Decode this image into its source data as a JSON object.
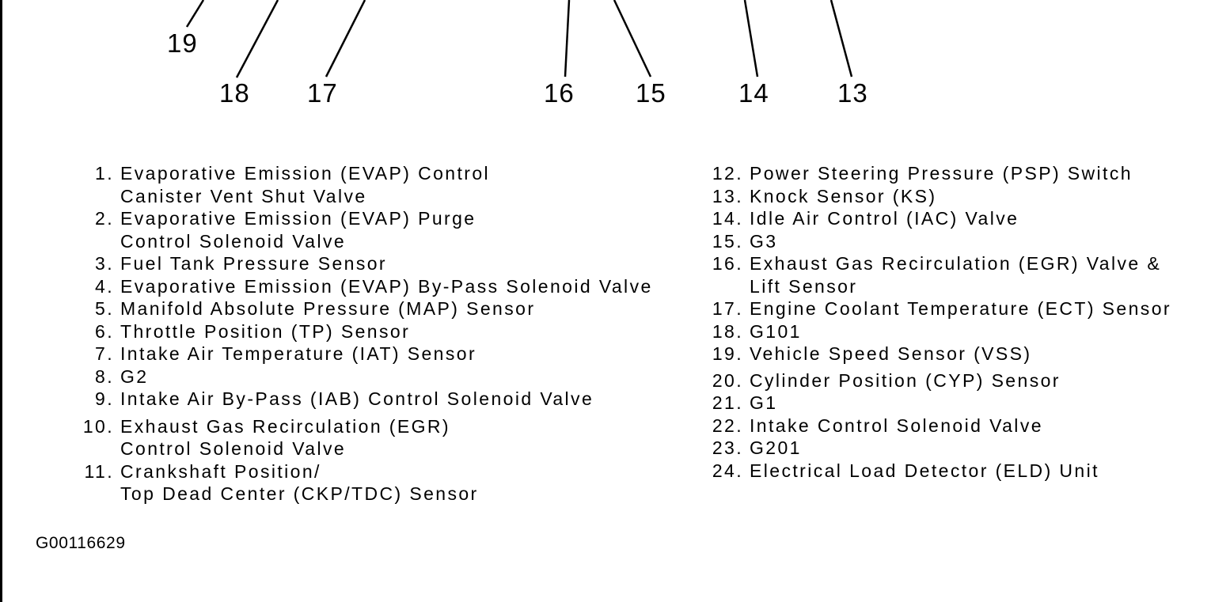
{
  "page": {
    "background_color": "#ffffff",
    "ink_color": "#000000"
  },
  "figure_code": "G00116629",
  "callout_labels": [
    "19",
    "18",
    "17",
    "16",
    "15",
    "14",
    "13"
  ],
  "legend": {
    "left_column": [
      {
        "num": "1.",
        "lines": [
          "Evaporative Emission (EVAP) Control",
          "Canister Vent Shut Valve"
        ]
      },
      {
        "num": "2.",
        "lines": [
          "Evaporative Emission (EVAP) Purge",
          "Control Solenoid Valve"
        ]
      },
      {
        "num": "3.",
        "lines": [
          "Fuel Tank Pressure Sensor"
        ]
      },
      {
        "num": "4.",
        "lines": [
          "Evaporative Emission (EVAP) By-Pass Solenoid Valve"
        ]
      },
      {
        "num": "5.",
        "lines": [
          "Manifold Absolute Pressure (MAP) Sensor"
        ]
      },
      {
        "num": "6.",
        "lines": [
          "Throttle Position (TP) Sensor"
        ]
      },
      {
        "num": "7.",
        "lines": [
          "Intake Air Temperature (IAT) Sensor"
        ]
      },
      {
        "num": "8.",
        "lines": [
          "G2"
        ]
      },
      {
        "num": "9.",
        "lines": [
          "Intake Air By-Pass (IAB) Control Solenoid Valve"
        ]
      },
      {
        "num": "10.",
        "lines": [
          "Exhaust Gas Recirculation (EGR)",
          "Control Solenoid Valve"
        ]
      },
      {
        "num": "11.",
        "lines": [
          "Crankshaft Position/",
          "Top Dead Center (CKP/TDC) Sensor"
        ]
      }
    ],
    "right_column": [
      {
        "num": "12.",
        "lines": [
          "Power Steering Pressure (PSP) Switch"
        ]
      },
      {
        "num": "13.",
        "lines": [
          "Knock Sensor (KS)"
        ]
      },
      {
        "num": "14.",
        "lines": [
          "Idle Air Control (IAC) Valve"
        ]
      },
      {
        "num": "15.",
        "lines": [
          "G3"
        ]
      },
      {
        "num": "16.",
        "lines": [
          "Exhaust Gas Recirculation (EGR) Valve &",
          "Lift Sensor"
        ]
      },
      {
        "num": "17.",
        "lines": [
          "Engine Coolant Temperature (ECT) Sensor"
        ]
      },
      {
        "num": "18.",
        "lines": [
          "G101"
        ]
      },
      {
        "num": "19.",
        "lines": [
          "Vehicle Speed Sensor (VSS)"
        ]
      },
      {
        "num": "20.",
        "lines": [
          "Cylinder Position (CYP) Sensor"
        ]
      },
      {
        "num": "21.",
        "lines": [
          "G1"
        ]
      },
      {
        "num": "22.",
        "lines": [
          "Intake Control Solenoid Valve"
        ]
      },
      {
        "num": "23.",
        "lines": [
          "G201"
        ]
      },
      {
        "num": "24.",
        "lines": [
          "Electrical Load Detector (ELD) Unit"
        ]
      }
    ]
  }
}
